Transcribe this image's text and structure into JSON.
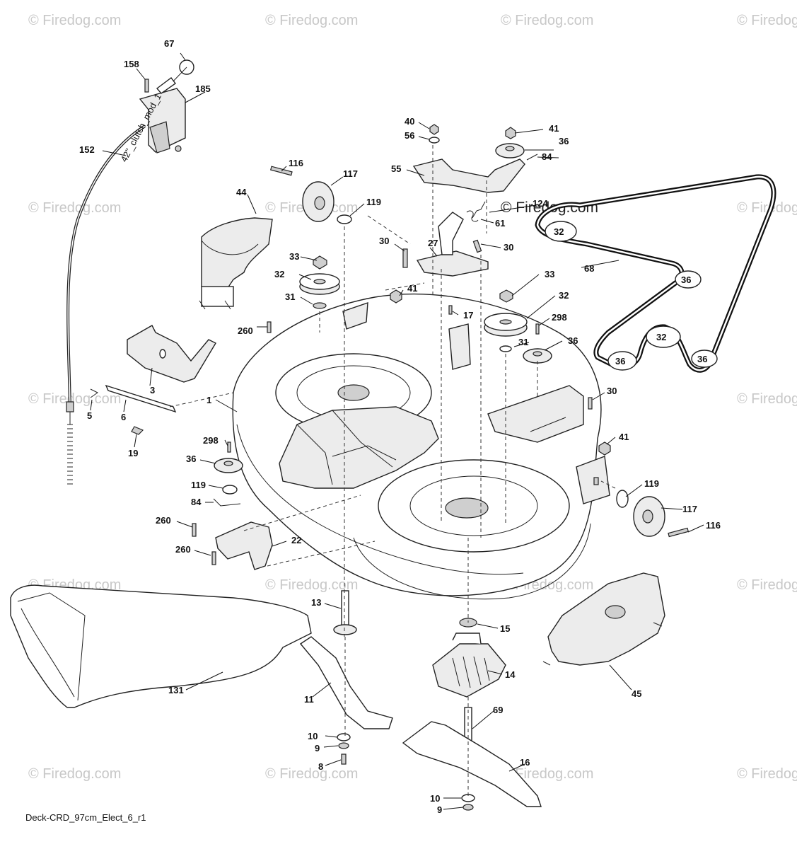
{
  "watermark": {
    "text": "© Firedog.com",
    "overlay_text": "© Firedog.com"
  },
  "caption": "Deck-CRD_97cm_Elect_6_r1",
  "cable_print": "42\"_clutch_mod_1",
  "belt_labels": {
    "pulley_32_top": "32",
    "pulley_36_right": "36",
    "pulley_32_bottom": "32",
    "pulley_36_left": "36",
    "pulley_36_bottom_right": "36"
  },
  "callouts": {
    "c67": "67",
    "c158": "158",
    "c185": "185",
    "c152": "152",
    "c116a": "116",
    "c117a": "117",
    "c119a": "119",
    "c44": "44",
    "c40": "40",
    "c56": "56",
    "c55": "55",
    "c41a": "41",
    "c36a": "36",
    "c84a": "84",
    "c124": "124",
    "c61": "61",
    "c30a": "30",
    "c27": "27",
    "c30b": "30",
    "c33a": "33",
    "c32a": "32",
    "c31a": "31",
    "c41b": "41",
    "c17": "17",
    "c33b": "33",
    "c32b": "32",
    "c298a": "298",
    "c31b": "31",
    "c36b": "36",
    "c260a": "260",
    "c3": "3",
    "c1": "1",
    "c5": "5",
    "c6": "6",
    "c19": "19",
    "c68": "68",
    "c30c": "30",
    "c41c": "41",
    "c298b": "298",
    "c36c": "36",
    "c119b": "119",
    "c84b": "84",
    "c260b": "260",
    "c22": "22",
    "c260c": "260",
    "c119c": "119",
    "c117b": "117",
    "c116b": "116",
    "c13": "13",
    "c15": "15",
    "c14": "14",
    "c45": "45",
    "c131": "131",
    "c11": "11",
    "c69": "69",
    "c10a": "10",
    "c9a": "9",
    "c8": "8",
    "c16": "16",
    "c10b": "10",
    "c9b": "9"
  }
}
